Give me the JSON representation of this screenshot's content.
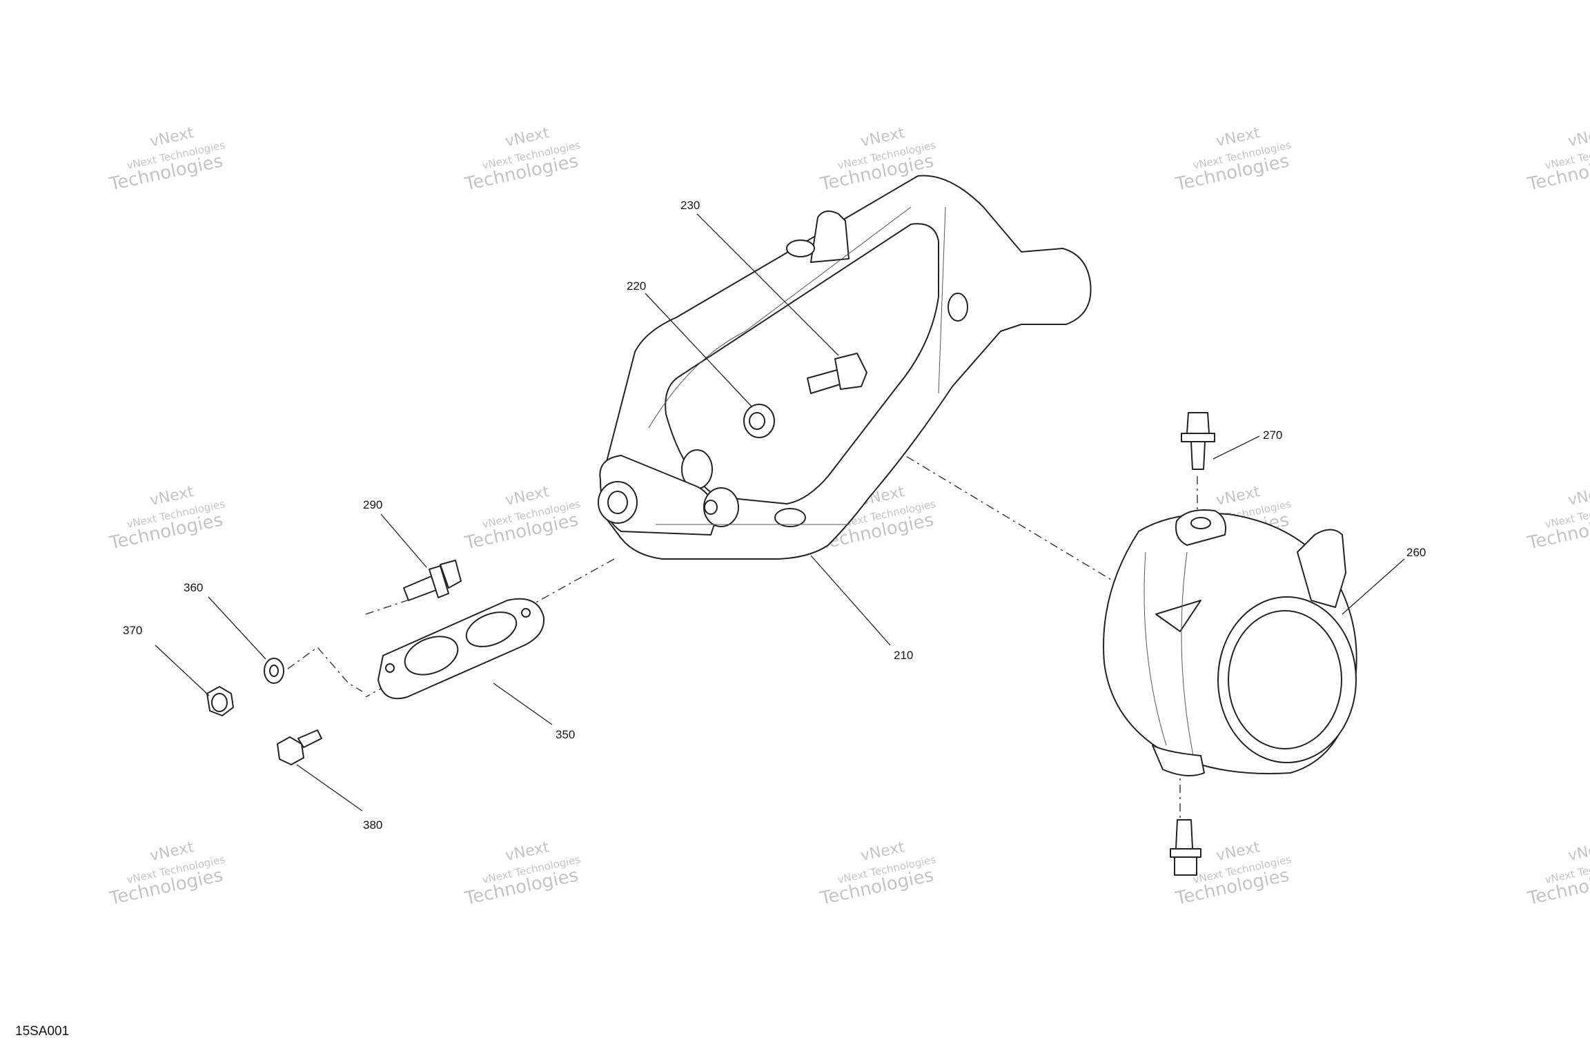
{
  "drawing_code": "15SA001",
  "watermark": {
    "line1": "vNext Technologies",
    "line2": "vNext",
    "line3": "Technologies"
  },
  "callouts": [
    "210",
    "220",
    "230",
    "260",
    "270",
    "290",
    "350",
    "360",
    "370",
    "380"
  ]
}
